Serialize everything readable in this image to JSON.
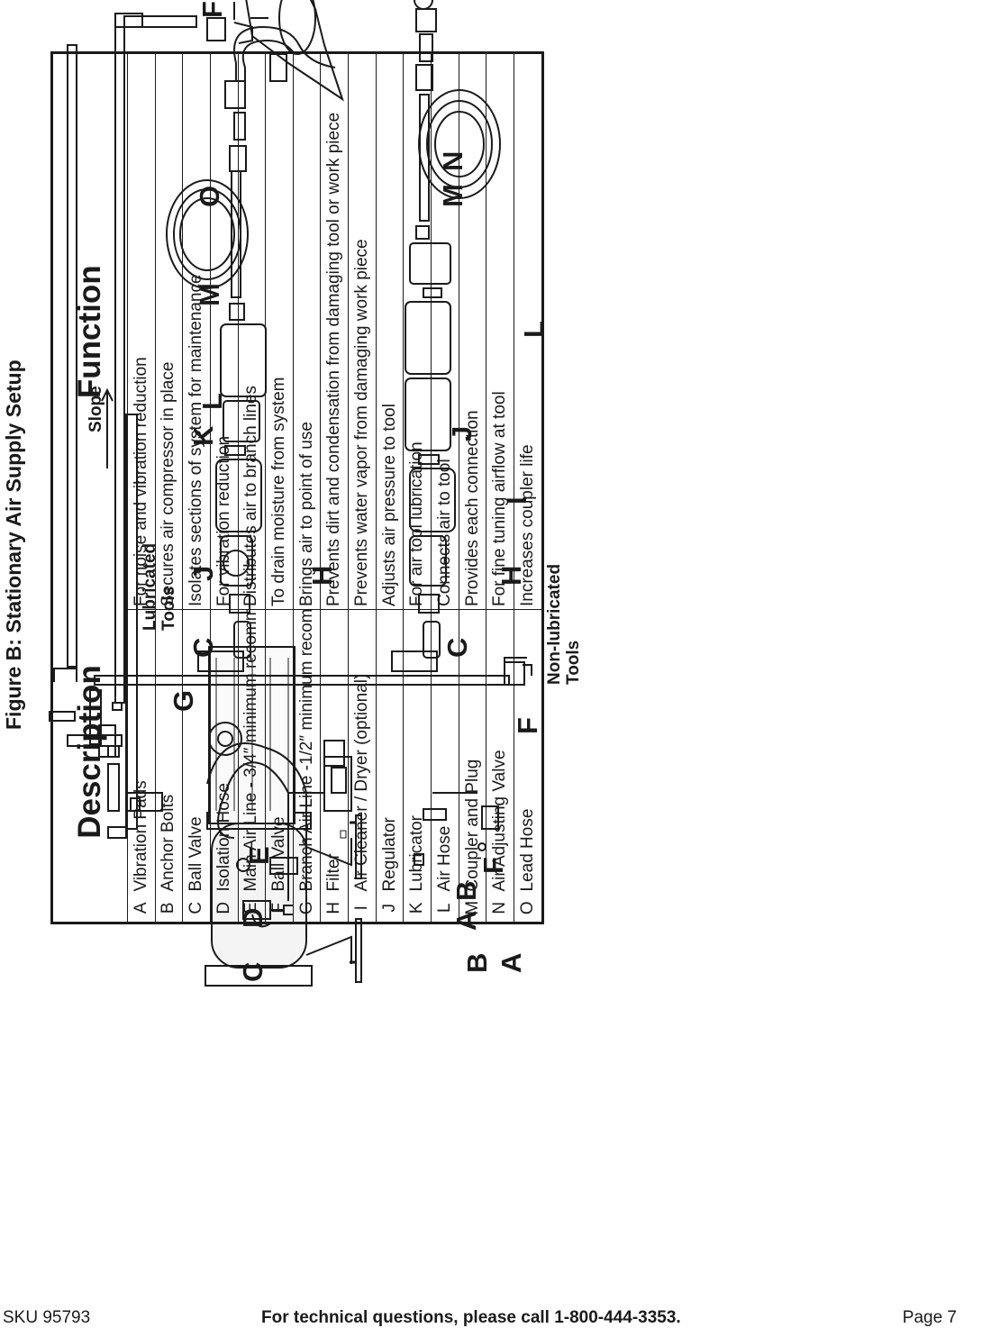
{
  "figure": {
    "title": "Figure B:  Stationary Air Supply Setup",
    "slope_label": "Slope",
    "lubricated_label": [
      "Lubricated",
      "Tools"
    ],
    "nonlubricated_label": [
      "Non-lubricated",
      "Tools"
    ],
    "letters": {
      "A1": "A",
      "B1": "B",
      "A2": "A",
      "B2": "B",
      "C1": "C",
      "D": "D",
      "E": "E",
      "F1": "F",
      "G": "G",
      "F2": "F",
      "F3": "F",
      "C2": "C",
      "J1": "J",
      "H1": "H",
      "K": "K",
      "L1": "L",
      "M1": "M",
      "O": "O",
      "C3": "C",
      "H2": "H",
      "I": "I",
      "J2": "J",
      "L2": "L",
      "M2": "M",
      "N": "N"
    }
  },
  "table": {
    "header_description": "Description",
    "header_function": "Function",
    "rows": [
      {
        "key": "A",
        "description": "Vibration Pads",
        "function": "For noise and vibration reduction"
      },
      {
        "key": "B",
        "description": "Anchor Bolts",
        "function": "Secures air compressor in place"
      },
      {
        "key": "C",
        "description": "Ball Valve",
        "function": "Isolates sections of system for maintenance"
      },
      {
        "key": "D",
        "description": "Isolation Hose",
        "function": "For vibration reduction"
      },
      {
        "key": "E",
        "description": "Main Air Line - 3/4″ minimum recommended",
        "function": "Distributes air to branch lines"
      },
      {
        "key": "F",
        "description": "Ball Valve",
        "function": "To drain moisture from system"
      },
      {
        "key": "G",
        "description": "Branch Air Line -1/2″ minimum recommended",
        "function": "Brings air to point of use"
      },
      {
        "key": "H",
        "description": "Filter",
        "function": "Prevents dirt and condensation from damaging tool or work piece"
      },
      {
        "key": "I",
        "description": "Air Cleaner / Dryer (optional)",
        "function": "Prevents water vapor from damaging work piece"
      },
      {
        "key": "J",
        "description": "Regulator",
        "function": "Adjusts air pressure to tool"
      },
      {
        "key": "K",
        "description": "Lubricator",
        "function": "For air tool lubrication"
      },
      {
        "key": "L",
        "description": "Air Hose",
        "function": "Connects air to tool"
      },
      {
        "key": "M",
        "description": "Coupler and Plug",
        "function": "Provides each connection"
      },
      {
        "key": "N",
        "description": "Air Adjusting Valve",
        "function": "For fine tuning airflow at tool"
      },
      {
        "key": "O",
        "description": "Lead Hose",
        "function": "Increases coupler life"
      }
    ]
  },
  "footer": {
    "sku": "SKU 95793",
    "tech": "For technical questions, please call 1-800-444-3353.",
    "page": "Page 7"
  }
}
